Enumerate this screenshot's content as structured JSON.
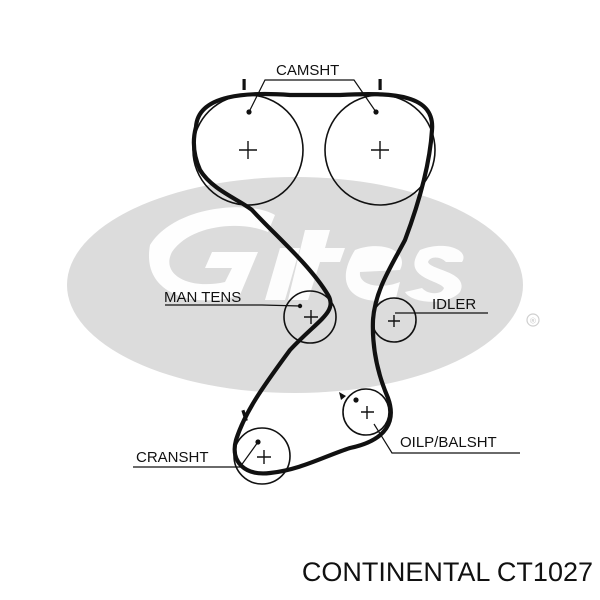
{
  "diagram": {
    "labels": {
      "camshaft": "CAMSHT",
      "man_tens": "MAN TENS",
      "idler": "IDLER",
      "crankshaft": "CRANSHT",
      "oilp_balshaft": "OILP/BALSHT"
    },
    "watermark": {
      "brand_text": "Gates",
      "registered_mark": "®",
      "color": "#dcdcdc"
    },
    "part_number": "CONTINENTAL CT1027",
    "colors": {
      "belt": "#111111",
      "lines": "#111111",
      "background": "#ffffff"
    }
  }
}
